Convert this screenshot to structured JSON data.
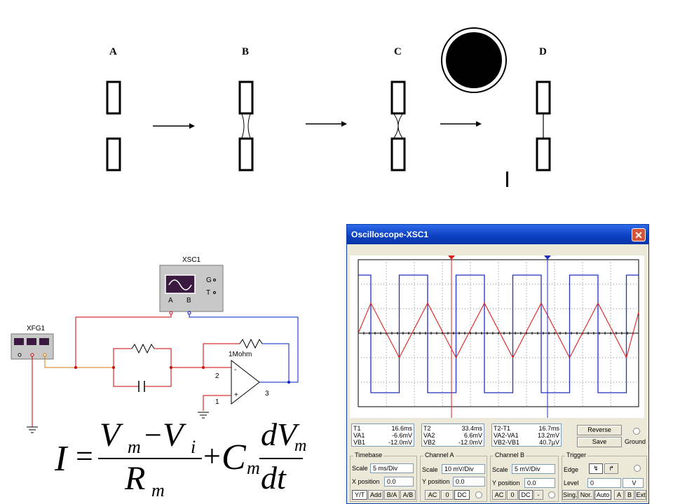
{
  "stages": [
    {
      "label": "A"
    },
    {
      "label": "B"
    },
    {
      "label": "C"
    },
    {
      "label": "D"
    }
  ],
  "circuit": {
    "scope_name": "XSC1",
    "scope_port_a": "A",
    "scope_port_b": "B",
    "scope_g": "G",
    "scope_t": "T",
    "fgen_name": "XFG1",
    "resistor_label": "1Mohm",
    "pin2": "2",
    "pin3": "3",
    "pin1": "1",
    "op_minus": "-",
    "op_plus": "+"
  },
  "formula": {
    "lhs": "I",
    "eq": "=",
    "num1": "V",
    "num1_sub": "m",
    "minus": "−",
    "num1b": "V",
    "num1b_sub": "i",
    "den1": "R",
    "den1_sub": "m",
    "plus": "+",
    "coef": "C",
    "coef_sub": "m",
    "num2": "dV",
    "num2_sub": "m",
    "den2": "dt"
  },
  "oscilloscope": {
    "title": "Oscilloscope-XSC1",
    "close": "✕",
    "colors": {
      "channel_a": "#e02020",
      "channel_b": "#2030c0",
      "title_bar": "#0a3fc0"
    },
    "readout_t1": {
      "t": "T1",
      "va": "VA1",
      "vb": "VB1",
      "t_val": "16.6ms",
      "va_val": "-6.6mV",
      "vb_val": "-12.0mV"
    },
    "readout_t2": {
      "t": "T2",
      "va": "VA2",
      "vb": "VB2",
      "t_val": "33.4ms",
      "va_val": "6.6mV",
      "vb_val": "-12.0mV"
    },
    "readout_diff": {
      "t": "T2-T1",
      "va": "VA2-VA1",
      "vb": "VB2-VB1",
      "t_val": "16.7ms",
      "va_val": "13.2mV",
      "vb_val": "40.7µV"
    },
    "reverse_label": "Reverse",
    "save_label": "Save",
    "ground_label": "Ground",
    "timebase": {
      "title": "Timebase",
      "scale_label": "Scale",
      "scale": "5 ms/Div",
      "pos_label": "X position",
      "pos": "0.0",
      "btns": [
        "Y/T",
        "Add",
        "B/A",
        "A/B"
      ]
    },
    "channel_a": {
      "title": "Channel A",
      "scale_label": "Scale",
      "scale": "10 mV/Div",
      "pos_label": "Y position",
      "pos": "0.0",
      "btns": [
        "AC",
        "0",
        "DC"
      ]
    },
    "channel_b": {
      "title": "Channel B",
      "scale_label": "Scale",
      "scale": "5 mV/Div",
      "pos_label": "Y position",
      "pos": "0.0",
      "btns": [
        "AC",
        "0",
        "DC",
        "-"
      ]
    },
    "trigger": {
      "title": "Trigger",
      "edge_label": "Edge",
      "level_label": "Level",
      "level": "0",
      "unit": "V",
      "btns": [
        "Sing.",
        "Nor.",
        "Auto",
        "A",
        "B",
        "Ext"
      ]
    }
  }
}
